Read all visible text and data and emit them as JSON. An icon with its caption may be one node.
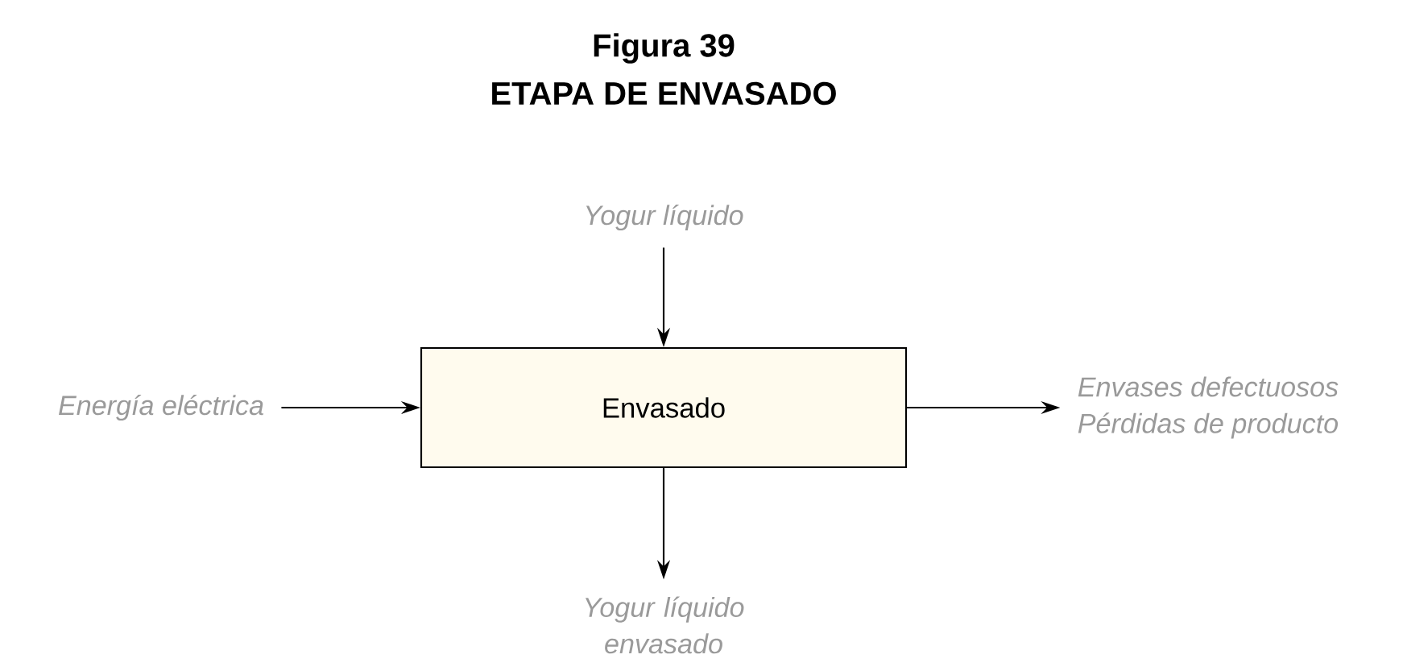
{
  "diagram": {
    "title": "Figura 39",
    "caption": "ETAPA DE ENVASADO",
    "nodes": [
      {
        "text": [
          "Envasado"
        ]
      },
      {
        "text": [
          "Yogur líquido"
        ]
      },
      {
        "text": [
          "Energía eléctrica"
        ]
      },
      {
        "text": [
          "Envases defectuosos",
          "Pérdidas de producto"
        ]
      },
      {
        "text": [
          "Yogur líquido envasado"
        ]
      }
    ],
    "edges": [
      {
        "from": 1,
        "to": 0,
        "arrow": "to"
      },
      {
        "from": 2,
        "to": 0,
        "arrow": "to"
      },
      {
        "from": 0,
        "to": 3,
        "arrow": "to"
      },
      {
        "from": 0,
        "to": 4,
        "arrow": "to"
      }
    ]
  }
}
